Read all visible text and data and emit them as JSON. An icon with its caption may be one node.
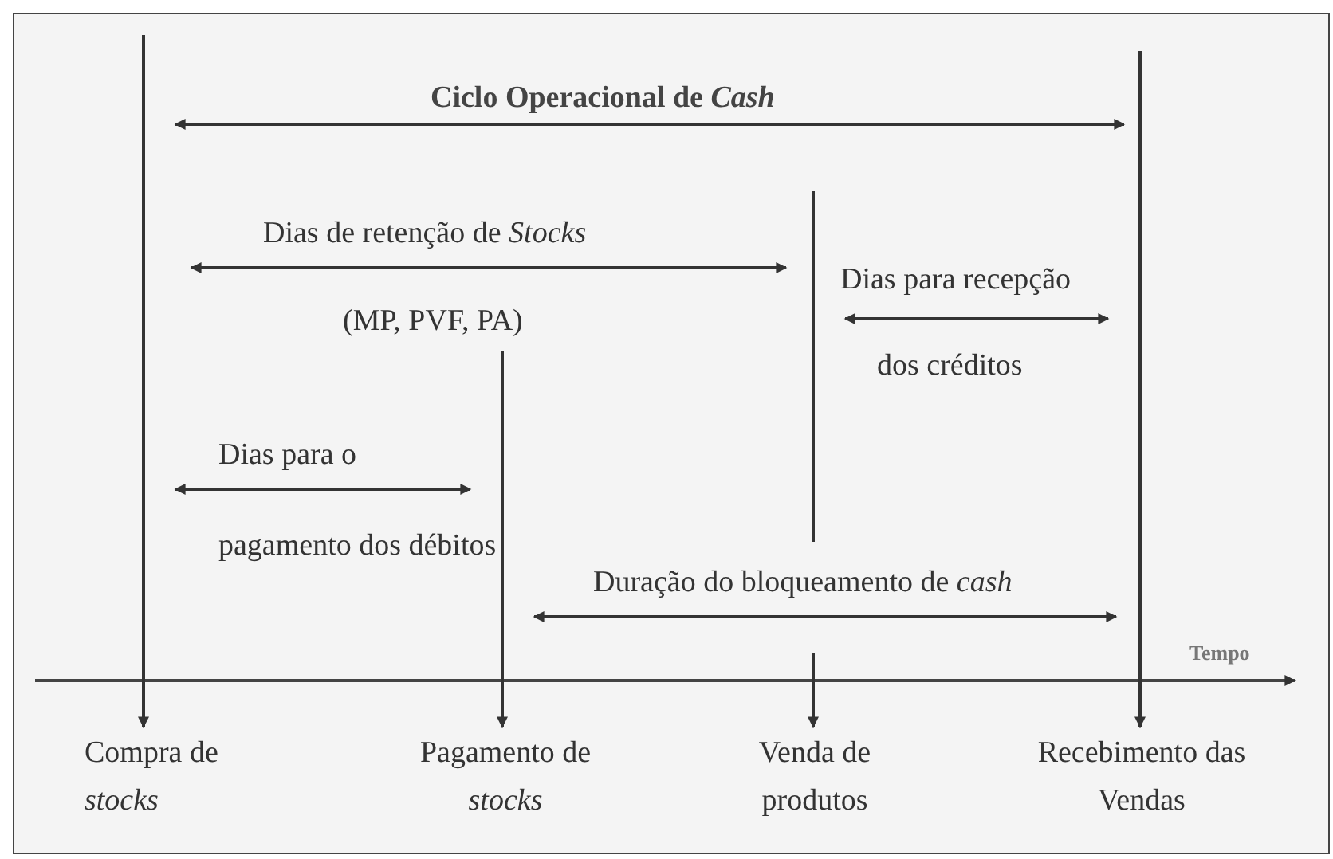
{
  "diagram": {
    "nodes": [
      {
        "text": [
          "Compra de *stocks*"
        ]
      },
      {
        "text": [
          "Pagamento de *stocks*"
        ]
      },
      {
        "text": [
          "Venda de produtos"
        ]
      },
      {
        "text": [
          "Recebimento das Vendas"
        ]
      }
    ],
    "edges": [
      {
        "from": null,
        "to": 0,
        "arrow": "to"
      },
      {
        "from": null,
        "to": 1,
        "arrow": "to"
      },
      {
        "from": null,
        "to": 2,
        "arrow": "to"
      },
      {
        "from": null,
        "to": 3,
        "arrow": "to"
      }
    ],
    "labels": [
      "Ciclo Operacional de *Cash*",
      "Dias de retenção de *Stocks*",
      "Dias para recepção",
      "(MP, PVF, PA)",
      "dos créditos",
      "Dias para o",
      "pagamento dos débitos",
      "Duração do bloqueamento de *cash*",
      "Tempo"
    ]
  }
}
